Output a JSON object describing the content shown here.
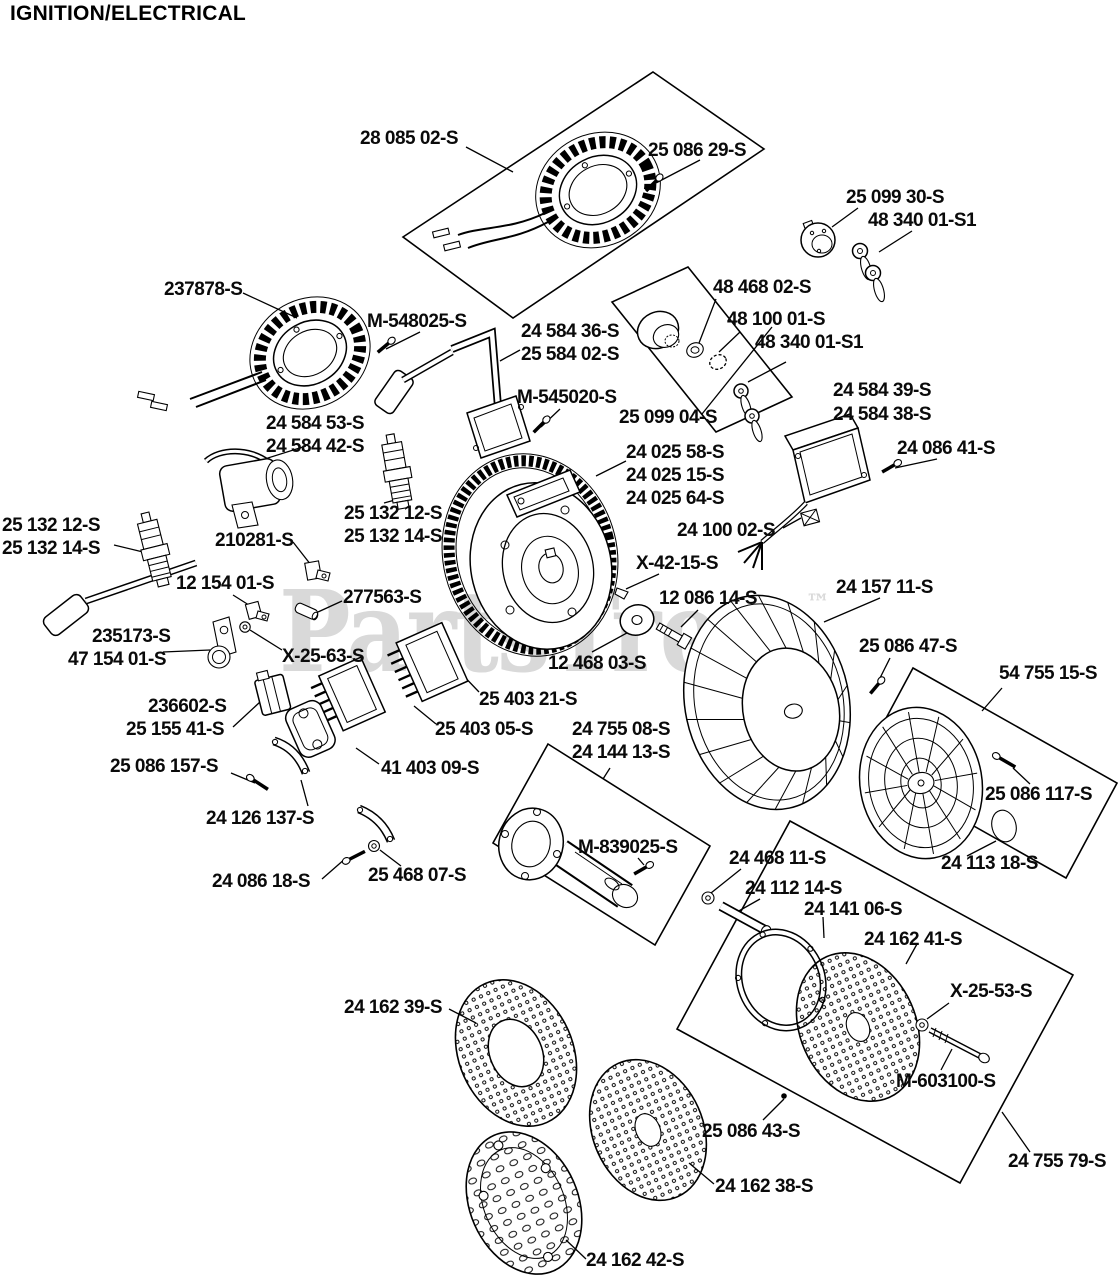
{
  "page": {
    "title": "IGNITION/ELECTRICAL"
  },
  "watermark": {
    "text": "PartsTree",
    "tm": "™",
    "color": "#d9d9d9"
  },
  "colors": {
    "line": "#000000",
    "label": "#0a0a0a",
    "background": "#ffffff"
  },
  "parts": {
    "p28_085_02": "28 085 02-S",
    "p25_086_29": "25 086 29-S",
    "p25_099_30": "25 099 30-S",
    "p48_340_01_s1": "48 340 01-S1",
    "p237878": "237878-S",
    "pm_548025": "M-548025-S",
    "p24_584_36": "24 584 36-S",
    "p25_584_02": "25 584 02-S",
    "p48_468_02": "48 468 02-S",
    "p48_100_01": "48 100 01-S",
    "pm_545020": "M-545020-S",
    "p25_099_04": "25 099 04-S",
    "p24_584_39": "24 584 39-S",
    "p24_584_38": "24 584 38-S",
    "p24_086_41": "24 086 41-S",
    "p24_584_53": "24 584 53-S",
    "p24_584_42": "24 584 42-S",
    "p24_025_58": "24 025 58-S",
    "p24_025_15": "24 025 15-S",
    "p24_025_64": "24 025 64-S",
    "p24_100_02": "24 100 02-S",
    "p25_132_12": "25 132 12-S",
    "p25_132_14": "25 132 14-S",
    "p210281": "210281-S",
    "p12_154_01": "12 154 01-S",
    "p277563": "277563-S",
    "px_42_15": "X-42-15-S",
    "p12_086_14": "12 086 14-S",
    "p24_157_11": "24 157 11-S",
    "p235173": "235173-S",
    "p47_154_01": "47 154 01-S",
    "px_25_63": "X-25-63-S",
    "p12_468_03": "12 468 03-S",
    "p25_086_47": "25 086 47-S",
    "p54_755_15": "54 755 15-S",
    "p236602": "236602-S",
    "p25_155_41": "25 155 41-S",
    "p25_403_21": "25 403 21-S",
    "p25_403_05": "25 403 05-S",
    "p24_755_08": "24 755 08-S",
    "p24_144_13": "24 144 13-S",
    "p41_403_09": "41 403 09-S",
    "p25_086_157": "25 086 157-S",
    "p25_086_117": "25 086 117-S",
    "p24_126_137": "24 126 137-S",
    "p24_113_18": "24 113 18-S",
    "p24_468_11": "24 468 11-S",
    "p24_086_18": "24 086 18-S",
    "p25_468_07": "25 468 07-S",
    "p24_112_14": "24 112 14-S",
    "pm_839025": "M-839025-S",
    "p24_141_06": "24 141 06-S",
    "p24_162_41": "24 162 41-S",
    "px_25_53": "X-25-53-S",
    "p24_162_39": "24 162 39-S",
    "pm_603100": "M-603100-S",
    "p25_086_43": "25 086 43-S",
    "p24_755_79": "24 755 79-S",
    "p24_162_38": "24 162 38-S",
    "p24_162_42": "24 162 42-S"
  }
}
